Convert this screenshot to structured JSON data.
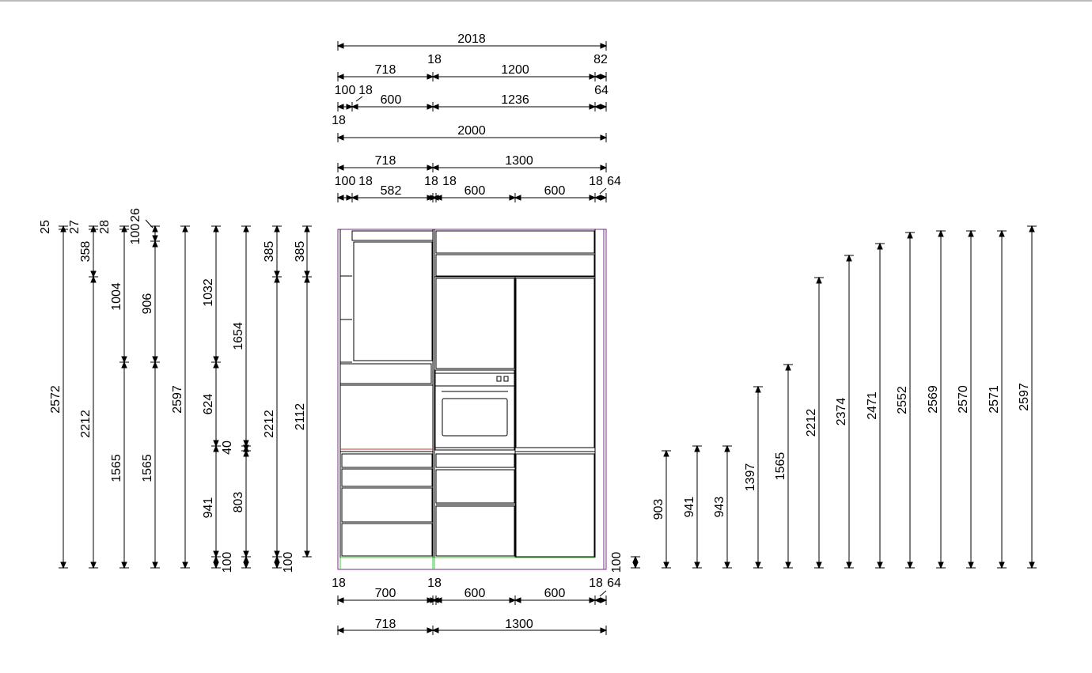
{
  "colors": {
    "line": "#000000",
    "frame": "#7a2a8c",
    "plinth": "#3cc83c",
    "edge": "#c0392b"
  },
  "dimensions": {
    "top_rows": [
      {
        "name": "row-overall",
        "ticks": [
          427,
          766
        ],
        "labels": [
          "2018"
        ]
      },
      {
        "name": "row-2",
        "ticks": [
          427,
          547,
          752,
          766
        ],
        "labels": [
          "718",
          "1200"
        ],
        "small": [
          "18",
          "82"
        ]
      },
      {
        "name": "row-3",
        "ticks": [
          427,
          445,
          547,
          752,
          766
        ],
        "labels": [
          "600",
          "1236"
        ],
        "small": [
          "100",
          "18",
          "64",
          "18"
        ]
      },
      {
        "name": "row-4",
        "ticks": [
          427,
          766
        ],
        "labels": [
          "2000"
        ]
      },
      {
        "name": "row-5",
        "ticks": [
          427,
          547,
          766
        ],
        "labels": [
          "718",
          "1300"
        ]
      },
      {
        "name": "row-6",
        "ticks": [
          427,
          445,
          547,
          551,
          651,
          752,
          766
        ],
        "labels": [
          "582",
          "600",
          "600"
        ],
        "small": [
          "100",
          "18",
          "18",
          "18",
          "18",
          "64"
        ]
      }
    ],
    "bottom_rows": [
      {
        "name": "row-bottom-1",
        "labels": [
          "700",
          "600",
          "600"
        ],
        "small": [
          "18",
          "18",
          "18",
          "64"
        ]
      },
      {
        "name": "row-bottom-2",
        "labels": [
          "718",
          "1300"
        ]
      }
    ],
    "left_columns": [
      {
        "name": "col-1",
        "labels": [
          "2572"
        ],
        "small": [
          "25",
          "27"
        ]
      },
      {
        "name": "col-2",
        "labels": [
          "358",
          "2212"
        ],
        "small": [
          "28"
        ]
      },
      {
        "name": "col-3",
        "labels": [
          "100",
          "1004",
          "1565"
        ]
      },
      {
        "name": "col-4",
        "labels": [
          "26",
          "906",
          "1565"
        ]
      },
      {
        "name": "col-5",
        "labels": [
          "2597"
        ]
      },
      {
        "name": "col-6",
        "labels": [
          "1032",
          "624",
          "941",
          "100"
        ]
      },
      {
        "name": "col-7",
        "labels": [
          "1654",
          "40",
          "803"
        ]
      },
      {
        "name": "col-8",
        "labels": [
          "385",
          "2212",
          "100"
        ]
      },
      {
        "name": "col-9",
        "labels": [
          "385",
          "2112"
        ]
      }
    ],
    "plinth_right": "100",
    "right_heights": [
      "903",
      "941",
      "943",
      "1397",
      "1565",
      "2212",
      "2374",
      "2471",
      "2552",
      "2569",
      "2570",
      "2571",
      "2597"
    ]
  }
}
